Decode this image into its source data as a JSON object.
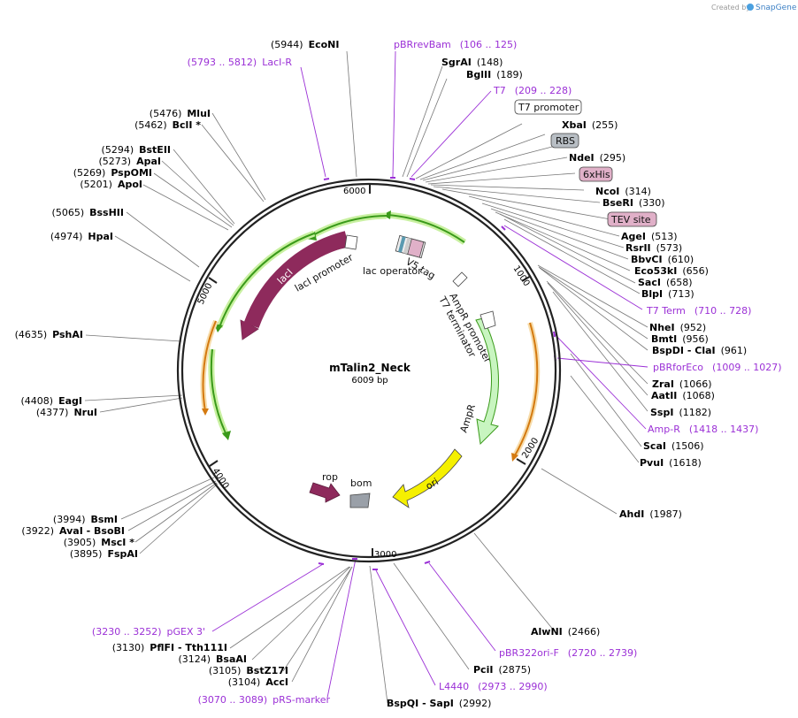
{
  "credit": {
    "created_by": "Created by",
    "brand": "SnapGene"
  },
  "plasmid": {
    "name": "mTalin2_Neck",
    "size": "6009 bp"
  },
  "ticks": [
    "6000",
    "1000",
    "2000",
    "3000",
    "4000",
    "5000"
  ],
  "features": {
    "laci": "lacI",
    "laci_promoter": "lacI promoter",
    "lac_operator": "lac operator",
    "v5_tag": "V5 tag",
    "ampr_promoter": "AmpR promoter",
    "t7_terminator": "T7 terminator",
    "ampr": "AmpR",
    "ori": "ori",
    "rop": "rop",
    "bom": "bom"
  },
  "boxed_labels": {
    "t7_promoter": "T7 promoter",
    "rbs": "RBS",
    "sixhis": "6xHis",
    "tev_site": "TEV site"
  },
  "sites": [
    {
      "name": "EcoNI",
      "pos": "(5944)"
    },
    {
      "name": "SgrAI",
      "pos": "(148)"
    },
    {
      "name": "BglII",
      "pos": "(189)"
    },
    {
      "name": "XbaI",
      "pos": "(255)"
    },
    {
      "name": "NdeI",
      "pos": "(295)"
    },
    {
      "name": "NcoI",
      "pos": "(314)"
    },
    {
      "name": "BseRI",
      "pos": "(330)"
    },
    {
      "name": "AgeI",
      "pos": "(513)"
    },
    {
      "name": "RsrII",
      "pos": "(573)"
    },
    {
      "name": "BbvCI",
      "pos": "(610)"
    },
    {
      "name": "Eco53kI",
      "pos": "(656)"
    },
    {
      "name": "SacI",
      "pos": "(658)"
    },
    {
      "name": "BlpI",
      "pos": "(713)"
    },
    {
      "name": "NheI",
      "pos": "(952)"
    },
    {
      "name": "BmtI",
      "pos": "(956)"
    },
    {
      "name": "BspDI - ClaI",
      "pos": "(961)"
    },
    {
      "name": "ZraI",
      "pos": "(1066)"
    },
    {
      "name": "AatII",
      "pos": "(1068)"
    },
    {
      "name": "SspI",
      "pos": "(1182)"
    },
    {
      "name": "ScaI",
      "pos": "(1506)"
    },
    {
      "name": "PvuI",
      "pos": "(1618)"
    },
    {
      "name": "AhdI",
      "pos": "(1987)"
    },
    {
      "name": "AlwNI",
      "pos": "(2466)"
    },
    {
      "name": "PciI",
      "pos": "(2875)"
    },
    {
      "name": "BspQI - SapI",
      "pos": "(2992)"
    },
    {
      "name": "AccI",
      "pos": "(3104)"
    },
    {
      "name": "BstZ17I",
      "pos": "(3105)"
    },
    {
      "name": "BsaAI",
      "pos": "(3124)"
    },
    {
      "name": "PflFI - Tth111I",
      "pos": "(3130)"
    },
    {
      "name": "FspAI",
      "pos": "(3895)"
    },
    {
      "name": "MscI *",
      "pos": "(3905)"
    },
    {
      "name": "AvaI - BsoBI",
      "pos": "(3922)"
    },
    {
      "name": "BsmI",
      "pos": "(3994)"
    },
    {
      "name": "NruI",
      "pos": "(4377)"
    },
    {
      "name": "EagI",
      "pos": "(4408)"
    },
    {
      "name": "PshAI",
      "pos": "(4635)"
    },
    {
      "name": "HpaI",
      "pos": "(4974)"
    },
    {
      "name": "BssHII",
      "pos": "(5065)"
    },
    {
      "name": "ApoI",
      "pos": "(5201)"
    },
    {
      "name": "PspOMI",
      "pos": "(5269)"
    },
    {
      "name": "ApaI",
      "pos": "(5273)"
    },
    {
      "name": "BstEII",
      "pos": "(5294)"
    },
    {
      "name": "BclI *",
      "pos": "(5462)"
    },
    {
      "name": "MluI",
      "pos": "(5476)"
    }
  ],
  "primers": [
    {
      "name": "pBRrevBam",
      "range": "(106 .. 125)"
    },
    {
      "name": "LacI-R",
      "range": "(5793 .. 5812)"
    },
    {
      "name": "T7",
      "range": "(209 .. 228)"
    },
    {
      "name": "T7 Term",
      "range": "(710 .. 728)"
    },
    {
      "name": "pBRforEco",
      "range": "(1009 .. 1027)"
    },
    {
      "name": "Amp-R",
      "range": "(1418 .. 1437)"
    },
    {
      "name": "pBR322ori-F",
      "range": "(2720 .. 2739)"
    },
    {
      "name": "L4440",
      "range": "(2973 .. 2990)"
    },
    {
      "name": "pRS-marker",
      "range": "(3070 .. 3089)"
    },
    {
      "name": "pGEX 3'",
      "range": "(3230 .. 3252)"
    }
  ],
  "colors": {
    "backbone": "#222222",
    "primer": "#9b30d6",
    "lacI": "#8e2a5c",
    "promoter_green": "#3a9a1a",
    "promoter_glow": "#c8f0a0",
    "ampr_fill": "#c8f5c0",
    "ori": "#f5f000",
    "orange": "#d47a10",
    "bom": "#9aa0a8",
    "tag_pink": "#e0b0c8",
    "rbs_grey": "#b8bec4"
  }
}
